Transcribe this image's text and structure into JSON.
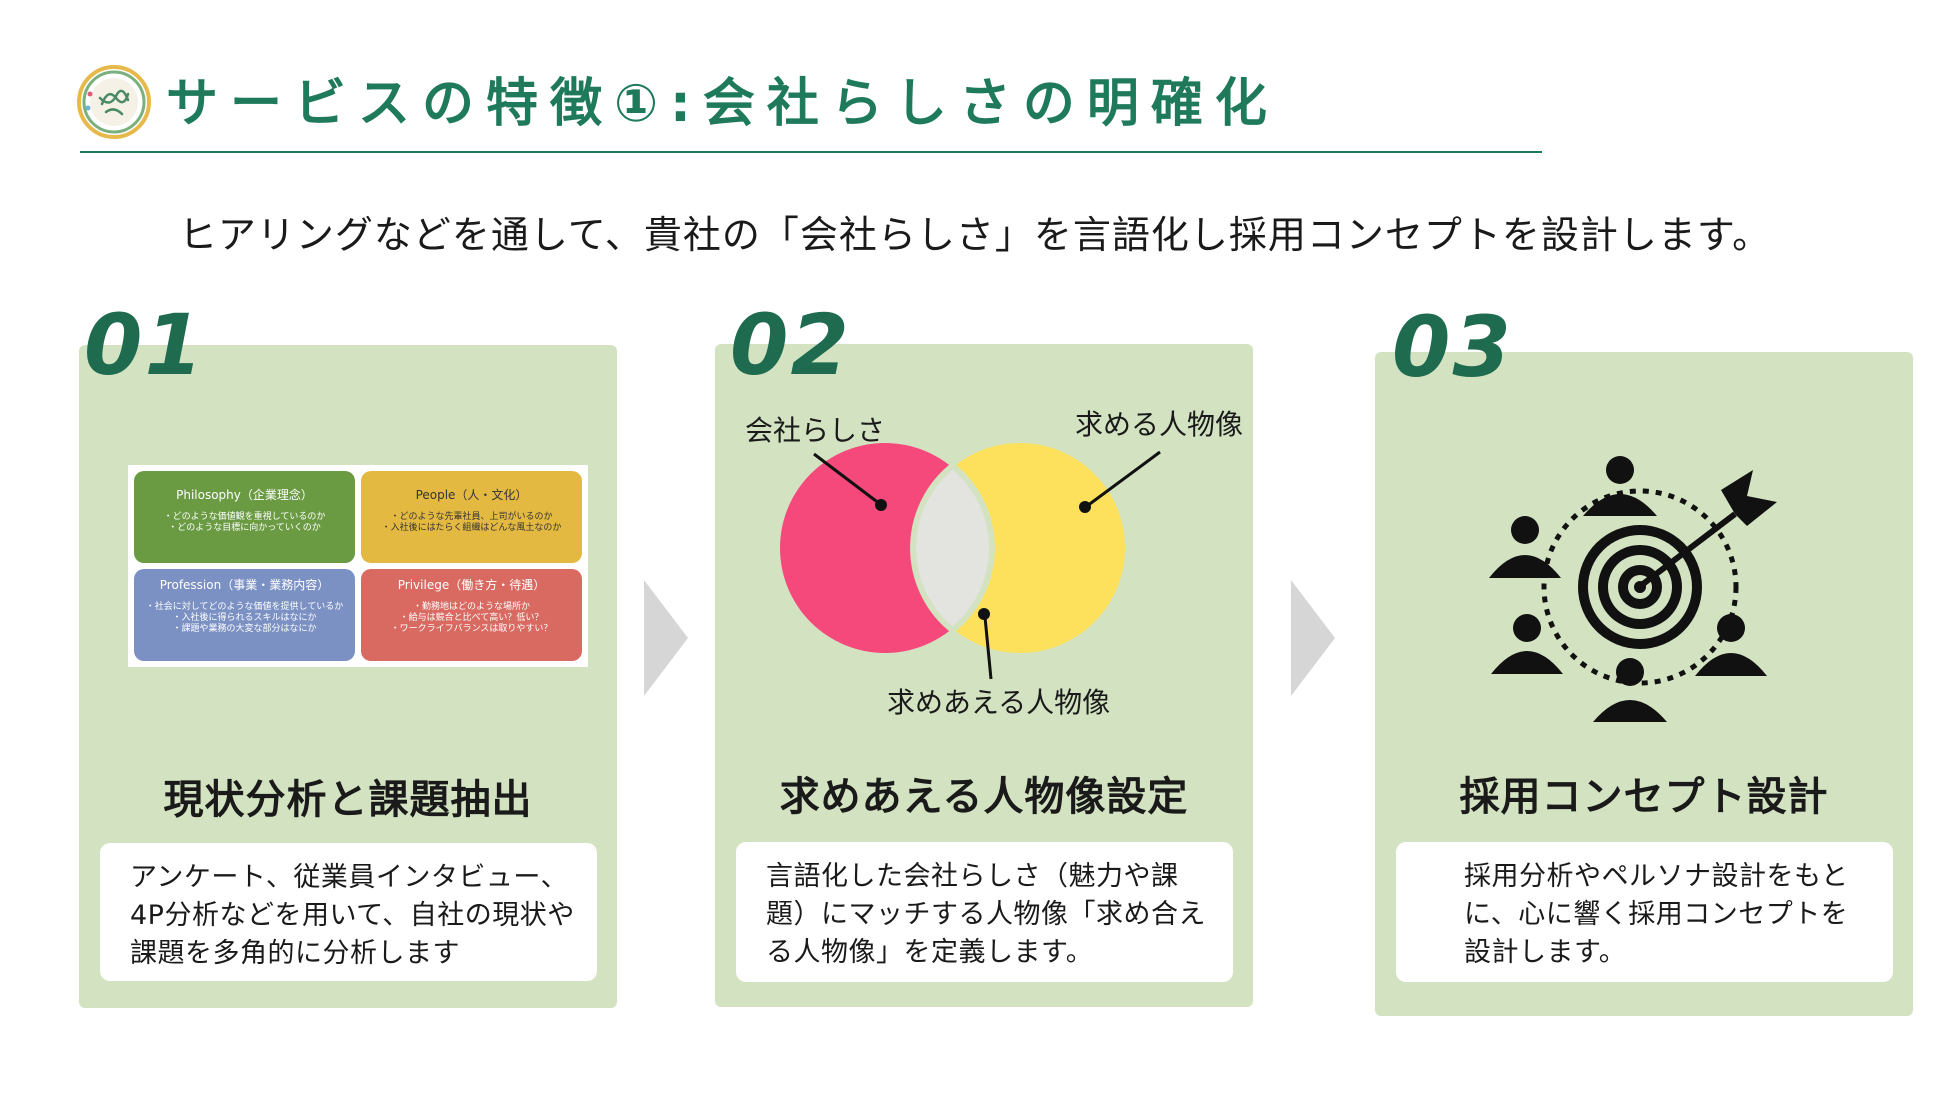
{
  "header": {
    "title": "サービスの特徴①:会社らしさの明確化",
    "lead": "ヒアリングなどを通して、貴社の「会社らしさ」を言語化し採用コンセプトを設計します。"
  },
  "colors": {
    "accent": "#1f7a5c",
    "card_bg": "#d3e3c2",
    "venn_left": "#f4497a",
    "venn_right": "#fde05c",
    "venn_overlap": "#e3e3e0"
  },
  "steps": [
    {
      "number": "01",
      "title": "現状分析と課題抽出",
      "description": "アンケート、従業員インタビュー、4P分析などを用いて、自社の現状や課題を多角的に分析します",
      "figure": {
        "quadrants": [
          {
            "heading": "Philosophy（企業理念）",
            "lines": [
              "・どのような価値観を重視しているのか",
              "・どのような目標に向かっていくのか"
            ]
          },
          {
            "heading": "People（人・文化）",
            "lines": [
              "・どのような先輩社員、上司がいるのか",
              "・入社後にはたらく組織はどんな風土なのか"
            ]
          },
          {
            "heading": "Profession（事業・業務内容）",
            "lines": [
              "・社会に対してどのような価値を提供しているか",
              "・入社後に得られるスキルはなにか",
              "・課題や業務の大変な部分はなにか"
            ]
          },
          {
            "heading": "Privilege（働き方・待遇）",
            "lines": [
              "・勤務地はどのような場所か",
              "・給与は競合と比べて高い？低い？",
              "・ワークライフバランスは取りやすい？"
            ]
          }
        ]
      }
    },
    {
      "number": "02",
      "title": "求めあえる人物像設定",
      "description": "言語化した会社らしさ（魅力や課題）にマッチする人物像「求め合える人物像」を定義します。",
      "figure": {
        "left_label": "会社らしさ",
        "right_label": "求める人物像",
        "overlap_label": "求めあえる人物像"
      }
    },
    {
      "number": "03",
      "title": "採用コンセプト設計",
      "description": "採用分析やペルソナ設計をもとに、心に響く採用コンセプトを設計します。",
      "figure": {
        "icon": "target-people-icon"
      }
    }
  ]
}
